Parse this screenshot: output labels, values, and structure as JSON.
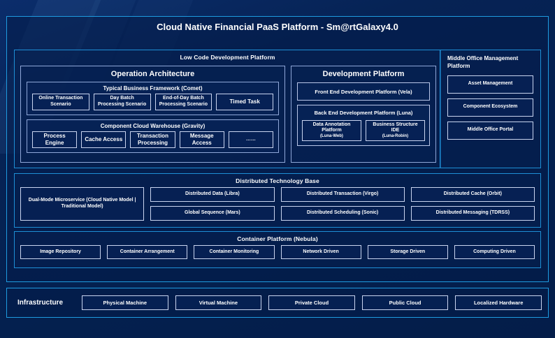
{
  "title": "Cloud Native Financial PaaS Platform - Sm@rtGalaxy4.0",
  "colors": {
    "background": "#041e4f",
    "accent_border": "#1e9be0",
    "chip_border": "#c9d4ef",
    "text": "#ffffff"
  },
  "low_code": {
    "title": "Low Code Development Platform",
    "operation_architecture": {
      "title": "Operation Architecture",
      "typical_business_framework": {
        "title": "Typical Business Framework (Comet)",
        "items": [
          "Online Transaction Scenario",
          "Day Batch Processing Scenario",
          "End-of-Day Batch Processing Scenario",
          "Timed Task"
        ]
      },
      "component_cloud_warehouse": {
        "title": "Component Cloud Warehouse (Gravity)",
        "items": [
          "Process Engine",
          "Cache Access",
          "Transaction Processing",
          "Message Access",
          "……"
        ]
      }
    },
    "development_platform": {
      "title": "Development Platform",
      "front_end": "Front End Development Platform (Vela)",
      "back_end": {
        "title": "Back End Development Platform (Luna)",
        "items": [
          {
            "name": "Data Annotation Platform",
            "sub": "(Luna-Web)"
          },
          {
            "name": "Business Structure IDE",
            "sub": "(Luna-Robin)"
          }
        ]
      }
    }
  },
  "middle_office": {
    "title": "Middle Office Management Platform",
    "items": [
      "Asset Management",
      "Component Ecosystem",
      "Middle Office Portal"
    ]
  },
  "distributed_technology_base": {
    "title": "Distributed Technology Base",
    "wide_item": "Dual-Mode Microservice (Cloud Native Model | Traditional Model)",
    "columns": [
      [
        "Distributed Data (Libra)",
        "Global Sequence (Mars)"
      ],
      [
        "Distributed Transaction (Virgo)",
        "Distributed Scheduling (Sonic)"
      ],
      [
        "Distributed Cache (Orbit)",
        "Distributed Messaging (TDRSS)"
      ]
    ]
  },
  "container_platform": {
    "title": "Container Platform (Nebula)",
    "items": [
      "Image Repository",
      "Container Arrangement",
      "Container Monitoring",
      "Network Driven",
      "Storage Driven",
      "Computing Driven"
    ]
  },
  "infrastructure": {
    "label": "Infrastructure",
    "items": [
      "Physical Machine",
      "Virtual Machine",
      "Private Cloud",
      "Public Cloud",
      "Localized Hardware"
    ]
  }
}
